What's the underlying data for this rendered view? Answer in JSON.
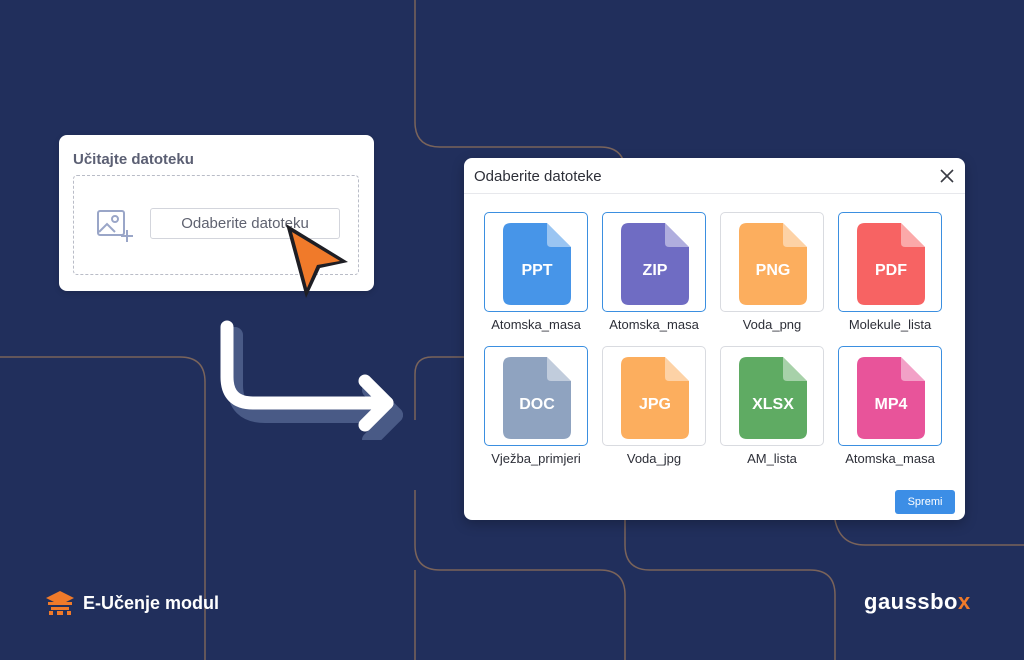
{
  "upload": {
    "title": "Učitajte datoteku",
    "button_label": "Odaberite datoteku"
  },
  "dialog": {
    "title": "Odaberite datoteke",
    "save_label": "Spremi",
    "files": [
      {
        "type": "PPT",
        "name": "Atomska_masa",
        "color": "#4795e8",
        "selected": true
      },
      {
        "type": "ZIP",
        "name": "Atomska_masa",
        "color": "#6f6cc3",
        "selected": true
      },
      {
        "type": "PNG",
        "name": "Voda_png",
        "color": "#fcae5e",
        "selected": false
      },
      {
        "type": "PDF",
        "name": "Molekule_lista",
        "color": "#f76363",
        "selected": true
      },
      {
        "type": "DOC",
        "name": "Vježba_primjeri",
        "color": "#8fa3c0",
        "selected": true
      },
      {
        "type": "JPG",
        "name": "Voda_jpg",
        "color": "#fcae5e",
        "selected": false
      },
      {
        "type": "XLSX",
        "name": "AM_lista",
        "color": "#5fab63",
        "selected": false
      },
      {
        "type": "MP4",
        "name": "Atomska_masa",
        "color": "#e8549a",
        "selected": true
      }
    ]
  },
  "footer": {
    "module_label": "E-Učenje modul",
    "logo_part1": "gaussbo",
    "logo_part2": "x"
  },
  "colors": {
    "background": "#212f5c",
    "accent_orange": "#f07a2a",
    "select_blue": "#3b8fe0"
  }
}
